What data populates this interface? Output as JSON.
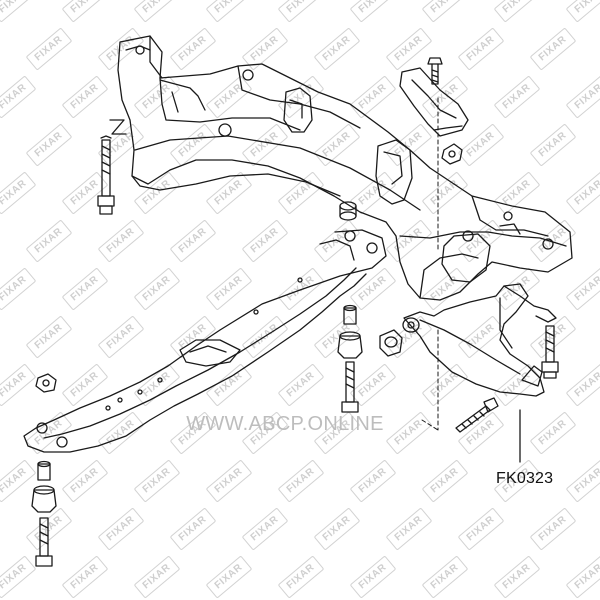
{
  "watermark": {
    "brand": "FIXAR",
    "center_text": "WWW.ABCP.ONLINE"
  },
  "diagram": {
    "part_label": "FK0323"
  },
  "colors": {
    "line": "#1a1a1a",
    "watermark": "#cfcfcf",
    "background": "#ffffff"
  }
}
